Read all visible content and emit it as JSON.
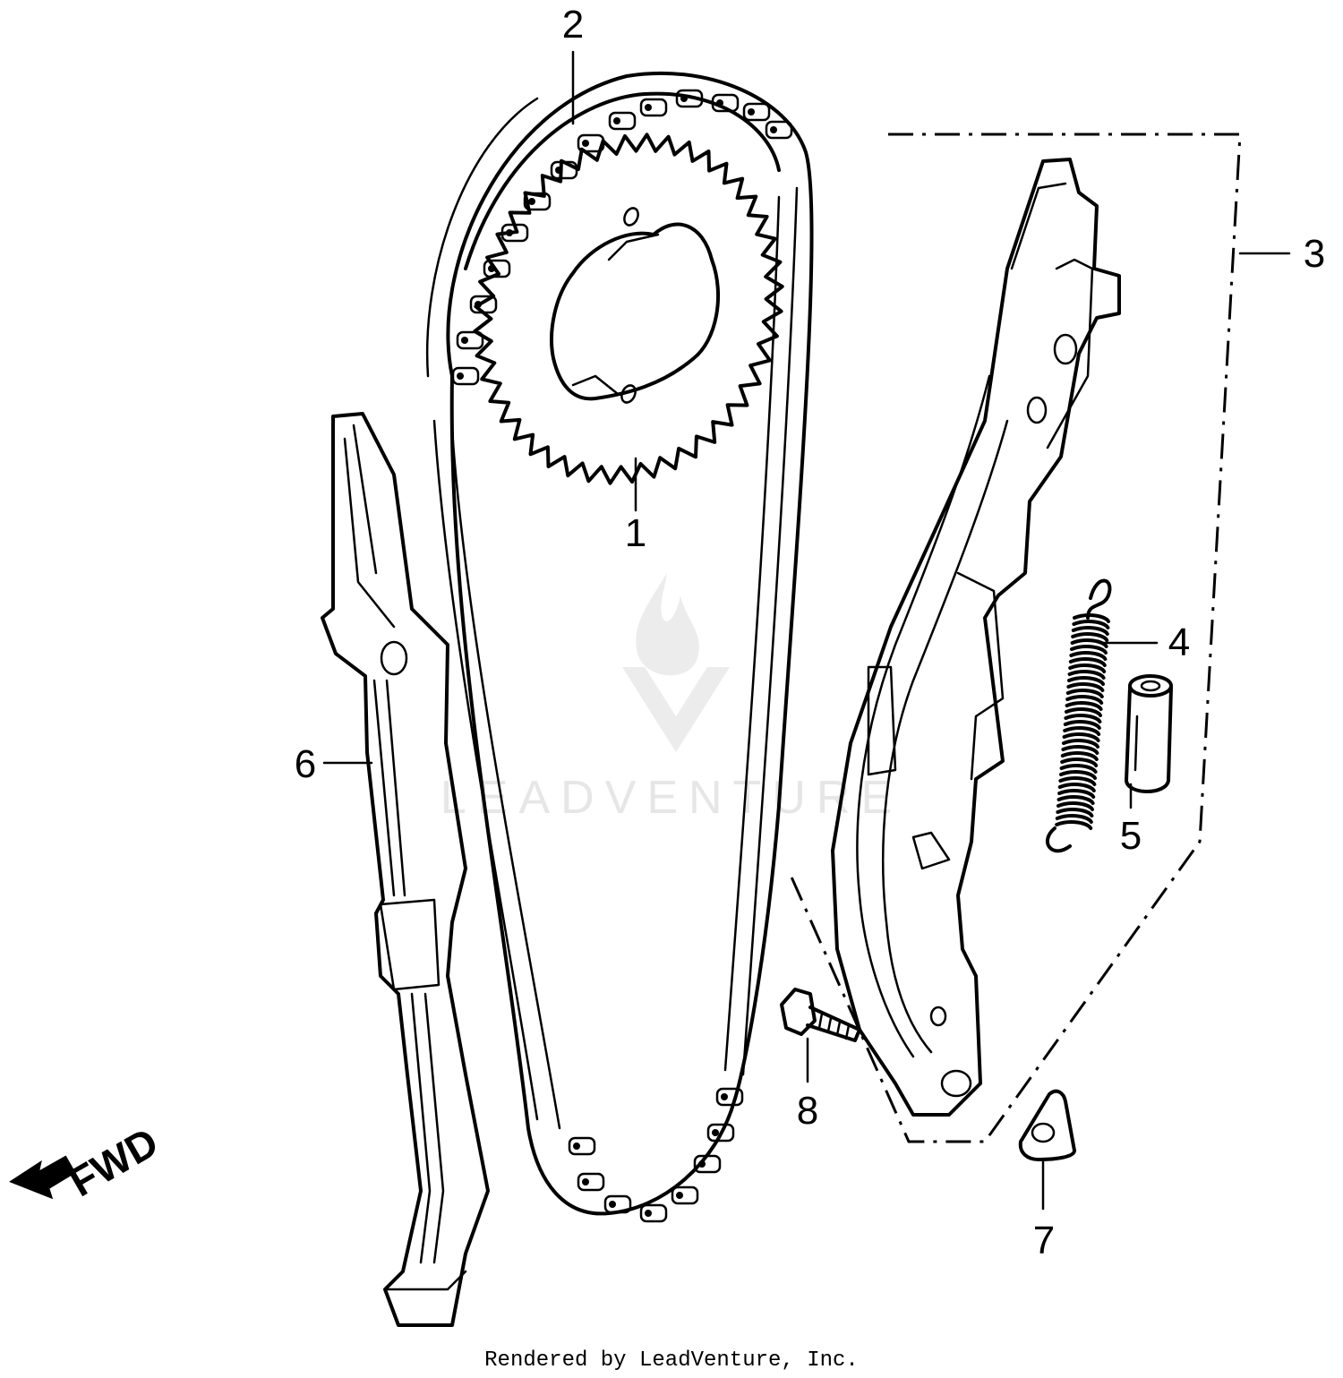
{
  "callouts": [
    {
      "id": "1",
      "label": "1"
    },
    {
      "id": "2",
      "label": "2"
    },
    {
      "id": "3",
      "label": "3"
    },
    {
      "id": "4",
      "label": "4"
    },
    {
      "id": "5",
      "label": "5"
    },
    {
      "id": "6",
      "label": "6"
    },
    {
      "id": "7",
      "label": "7"
    },
    {
      "id": "8",
      "label": "8"
    }
  ],
  "direction_indicator": {
    "label": "FWD"
  },
  "watermark": {
    "text": "LEADVENTURE"
  },
  "footer": {
    "credit": "Rendered by LeadVenture, Inc."
  }
}
